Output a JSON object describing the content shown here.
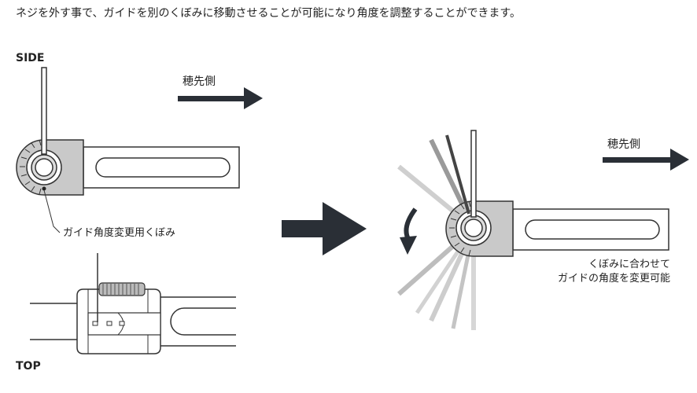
{
  "caption": "ネジを外す事で、ガイドを別のくぼみに移動させることが可能になり角度を調整することができます。",
  "side_view": {
    "title": "SIDE",
    "direction_label": "穂先側",
    "notch_label": "ガイド角度変更用くぼみ"
  },
  "top_view": {
    "title": "TOP"
  },
  "adjusted_view": {
    "direction_label": "穂先側",
    "note_line1": "くぼみに合わせて",
    "note_line2": "ガイドの角度を変更可能"
  },
  "colors": {
    "arrow": "#2a2f36",
    "part_fill": "#c9c9c9",
    "outline": "#333333",
    "faded_rod": "#bdbdbd"
  }
}
